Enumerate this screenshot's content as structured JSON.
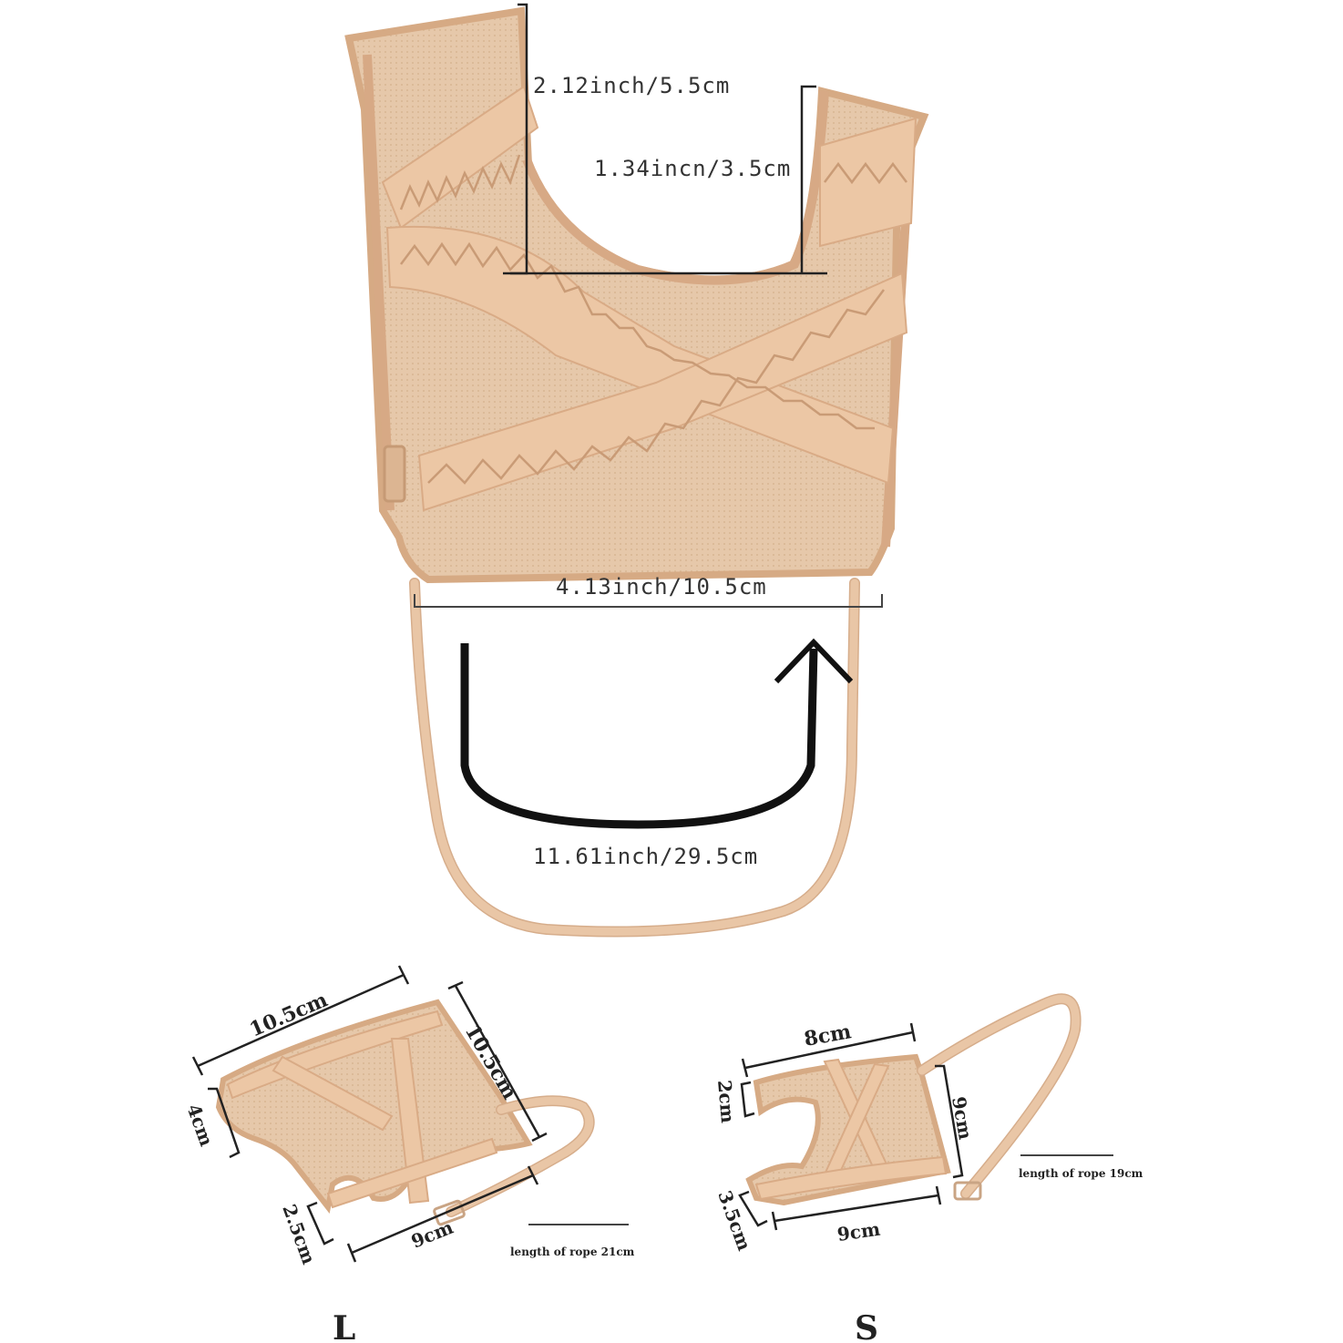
{
  "main": {
    "shoulder_height": "2.12inch/5.5cm",
    "neck_depth": "1.34incn/3.5cm",
    "width": "4.13inch/10.5cm",
    "rope_length": "11.61inch/29.5cm"
  },
  "size_l": {
    "label": "L",
    "top": "10.5cm",
    "side": "10.5cm",
    "left": "4cm",
    "shoulder": "2.5cm",
    "bottom": "9cm",
    "rope": "length of rope 21cm"
  },
  "size_s": {
    "label": "S",
    "top": "8cm",
    "left": "2cm",
    "right": "9cm",
    "shoulder": "3.5cm",
    "bottom": "9cm",
    "rope": "length of rope 19cm"
  },
  "colors": {
    "fabric": "#e3c4a6",
    "band": "#ecc7a5",
    "arrow": "#111111"
  }
}
